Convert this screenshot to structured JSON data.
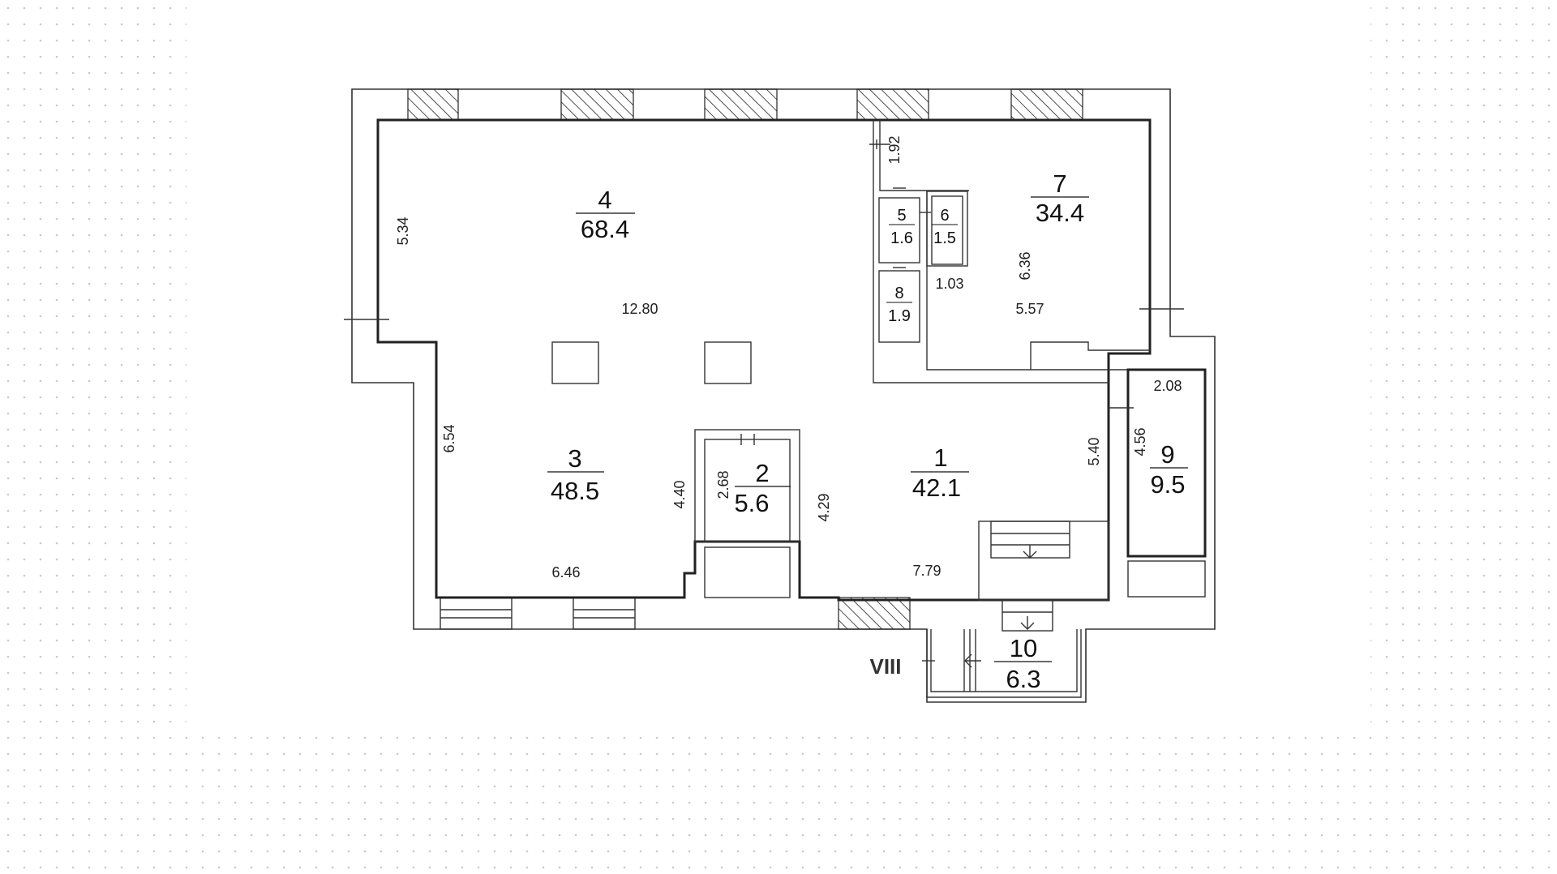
{
  "rooms": [
    {
      "id": "1",
      "area": "42.1"
    },
    {
      "id": "2",
      "area": "5.6"
    },
    {
      "id": "3",
      "area": "48.5"
    },
    {
      "id": "4",
      "area": "68.4"
    },
    {
      "id": "5",
      "area": "1.6"
    },
    {
      "id": "6",
      "area": "1.5"
    },
    {
      "id": "7",
      "area": "34.4"
    },
    {
      "id": "8",
      "area": "1.9"
    },
    {
      "id": "9",
      "area": "9.5"
    },
    {
      "id": "10",
      "area": "6.3"
    }
  ],
  "dimensions": {
    "d_5_34": "5.34",
    "d_12_80": "12.80",
    "d_6_54": "6.54",
    "d_6_46": "6.46",
    "d_4_40": "4.40",
    "d_2_68": "2.68",
    "d_4_29": "4.29",
    "d_7_79": "7.79",
    "d_1_92": "1.92",
    "d_6_36": "6.36",
    "d_1_03": "1.03",
    "d_5_57": "5.57",
    "d_5_40": "5.40",
    "d_4_56": "4.56",
    "d_2_08": "2.08"
  },
  "section_mark": "VIII"
}
